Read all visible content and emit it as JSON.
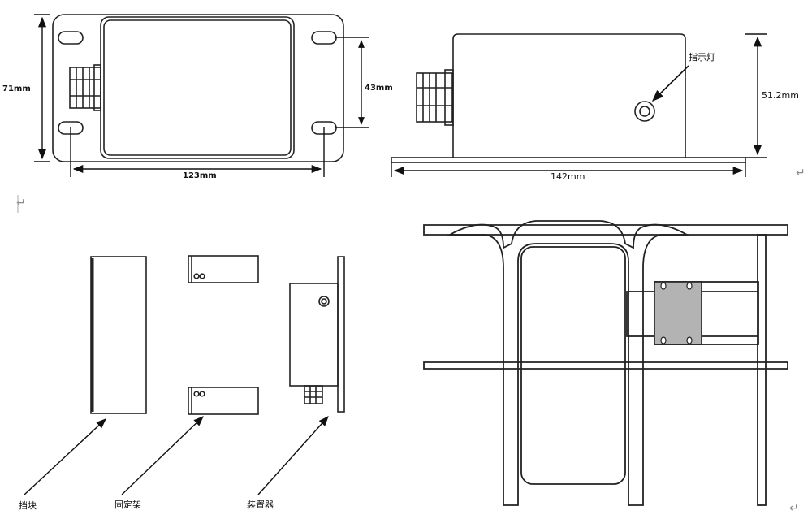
{
  "top_view": {
    "height_label": "71mm",
    "width_label": "123mm",
    "hole_spacing_label": "43mm"
  },
  "side_view": {
    "height_label": "51.2mm",
    "length_label": "142mm",
    "indicator_label": "指示灯"
  },
  "install_parts": {
    "block_label": "挡块",
    "bracket_label": "固定架",
    "device_label": "装置器"
  },
  "paragraph_mark": "↵",
  "paragraph_mark_left": "↵"
}
